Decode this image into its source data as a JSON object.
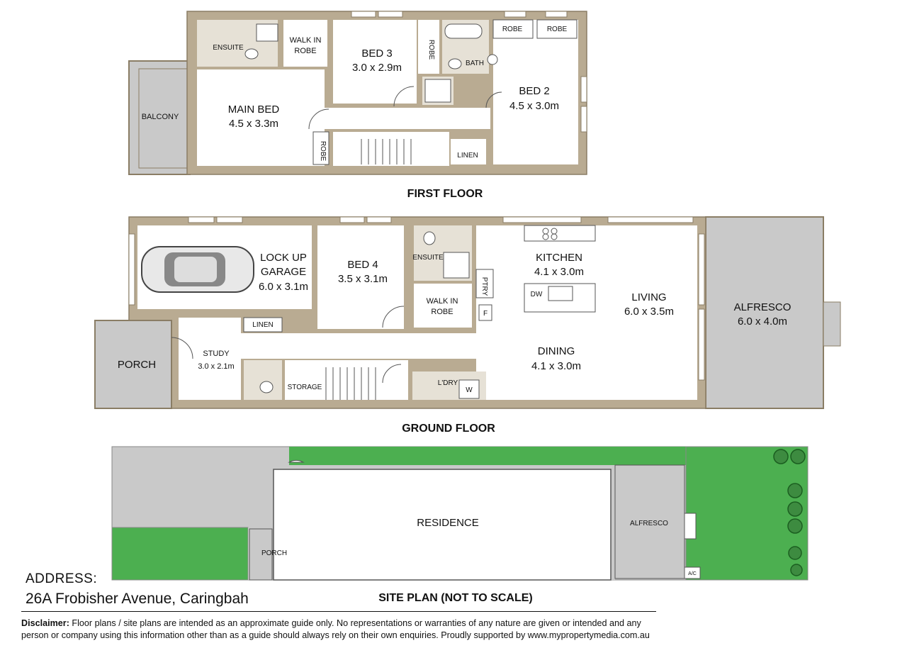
{
  "colors": {
    "wall": "#b9ab92",
    "wall_edge": "#8a7d65",
    "floor": "#ffffff",
    "wet_area": "#e6e1d6",
    "outdoor": "#c9c9c9",
    "lawn": "#4caf50",
    "text": "#111111"
  },
  "first_floor": {
    "heading": "FIRST FLOOR",
    "ensuite": "ENSUITE",
    "walk_in_robe_1": "WALK IN",
    "walk_in_robe_2": "ROBE",
    "bed3_name": "BED 3",
    "bed3_size": "3.0 x 2.9m",
    "robe_bed3": "ROBE",
    "bath": "BATH",
    "robe_a": "ROBE",
    "robe_b": "ROBE",
    "bed2_name": "BED 2",
    "bed2_size": "4.5 x 3.0m",
    "balcony": "BALCONY",
    "main_bed_name": "MAIN BED",
    "main_bed_size": "4.5 x 3.3m",
    "robe_main": "ROBE",
    "linen": "LINEN"
  },
  "ground_floor": {
    "heading": "GROUND FLOOR",
    "garage_1": "LOCK UP",
    "garage_2": "GARAGE",
    "garage_size": "6.0 x 3.1m",
    "bed4_name": "BED 4",
    "bed4_size": "3.5 x 3.1m",
    "ensuite": "ENSUITE",
    "walk_in_robe_1": "WALK IN",
    "walk_in_robe_2": "ROBE",
    "kitchen_name": "KITCHEN",
    "kitchen_size": "4.1 x 3.0m",
    "pantry": "PTRY",
    "dw": "DW",
    "fridge": "F",
    "living_name": "LIVING",
    "living_size": "6.0 x 3.5m",
    "alfresco_name": "ALFRESCO",
    "alfresco_size": "6.0 x 4.0m",
    "porch": "PORCH",
    "linen": "LINEN",
    "study_name": "STUDY",
    "study_size": "3.0 x 2.1m",
    "storage": "STORAGE",
    "laundry": "L'DRY",
    "washer": "W",
    "dining_name": "DINING",
    "dining_size": "4.1 x 3.0m"
  },
  "site_plan": {
    "heading": "SITE PLAN (NOT TO SCALE)",
    "residence": "RESIDENCE",
    "alfresco": "ALFRESCO",
    "porch": "PORCH",
    "ac": "A/C"
  },
  "address": {
    "title": "ADDRESS:",
    "line": "26A Frobisher Avenue, Caringbah"
  },
  "disclaimer": {
    "label": "Disclaimer:",
    "text": " Floor plans / site plans are intended as an approximate guide only. No representations or warranties of any nature are given or intended and any person or company using this information other than as a guide should always rely on their own enquiries. Proudly supported by www.mypropertymedia.com.au"
  }
}
